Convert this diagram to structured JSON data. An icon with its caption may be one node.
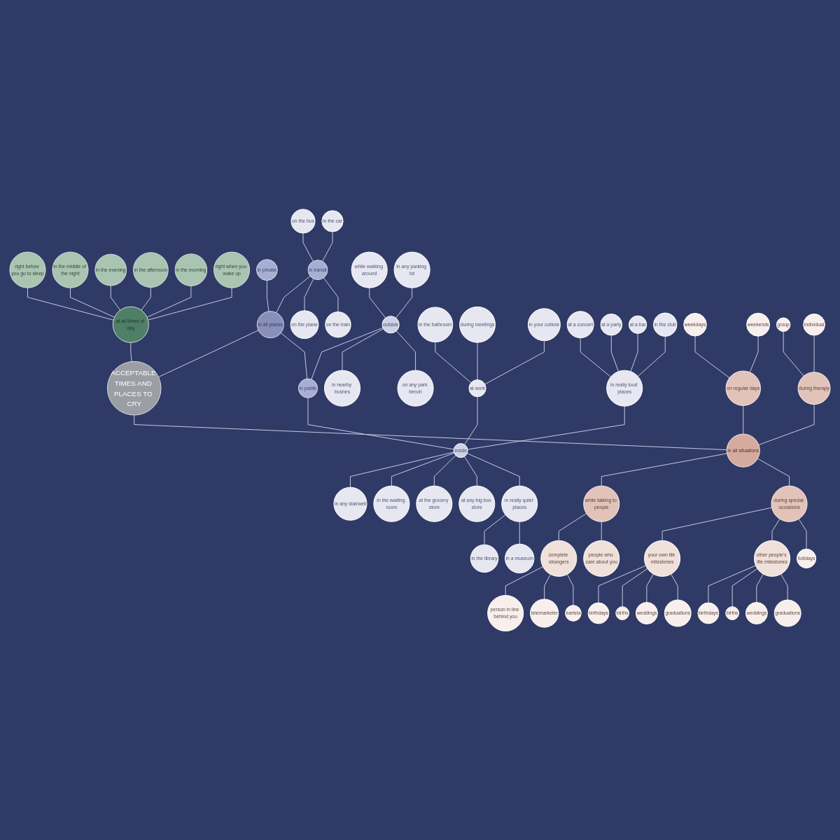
{
  "diagram": {
    "nodes": [
      {
        "text": [
          "ACCEPTABLE TIMES AND PLACES TO CRY"
        ]
      },
      {
        "text": [
          "at all times of day"
        ]
      },
      {
        "text": [
          "right before you go to sleep"
        ]
      },
      {
        "text": [
          "in the middle of the night"
        ]
      },
      {
        "text": [
          "in the evening"
        ]
      },
      {
        "text": [
          "in the afternoon"
        ]
      },
      {
        "text": [
          "in the morning"
        ]
      },
      {
        "text": [
          "right when you wake up"
        ]
      },
      {
        "text": [
          "in all places"
        ]
      },
      {
        "text": [
          "in private"
        ]
      },
      {
        "text": [
          "in transit"
        ]
      },
      {
        "text": [
          "on the bus"
        ]
      },
      {
        "text": [
          "in the car"
        ]
      },
      {
        "text": [
          "on the plane"
        ]
      },
      {
        "text": [
          "on the train"
        ]
      },
      {
        "text": [
          "in public"
        ]
      },
      {
        "text": [
          "outside"
        ]
      },
      {
        "text": [
          "while walking around"
        ]
      },
      {
        "text": [
          "in any parking lot"
        ]
      },
      {
        "text": [
          "in nearby bushes"
        ]
      },
      {
        "text": [
          "on any park bench"
        ]
      },
      {
        "text": [
          "inside"
        ]
      },
      {
        "text": [
          "in any stairwell"
        ]
      },
      {
        "text": [
          "in the waiting room"
        ]
      },
      {
        "text": [
          "at the grocery store"
        ]
      },
      {
        "text": [
          "at any big box store"
        ]
      },
      {
        "text": [
          "at work"
        ]
      },
      {
        "text": [
          "in the bathroom"
        ]
      },
      {
        "text": [
          "during meetings"
        ]
      },
      {
        "text": [
          "in your cubicle"
        ]
      },
      {
        "text": [
          "in really loud places"
        ]
      },
      {
        "text": [
          "at a concert"
        ]
      },
      {
        "text": [
          "at a party"
        ]
      },
      {
        "text": [
          "at a bar"
        ]
      },
      {
        "text": [
          "in the club"
        ]
      },
      {
        "text": [
          "in really quiet places"
        ]
      },
      {
        "text": [
          "in the library"
        ]
      },
      {
        "text": [
          "in a museum"
        ]
      },
      {
        "text": [
          "in all situations"
        ]
      },
      {
        "text": [
          "while talking to people"
        ]
      },
      {
        "text": [
          "complete strangers"
        ]
      },
      {
        "text": [
          "person in line behind you"
        ]
      },
      {
        "text": [
          "telemarketer"
        ]
      },
      {
        "text": [
          "barista"
        ]
      },
      {
        "text": [
          "people who care about you"
        ]
      },
      {
        "text": [
          "on regular days"
        ]
      },
      {
        "text": [
          "weekdays"
        ]
      },
      {
        "text": [
          "weekends"
        ]
      },
      {
        "text": [
          "during therapy"
        ]
      },
      {
        "text": [
          "group"
        ]
      },
      {
        "text": [
          "individual"
        ]
      },
      {
        "text": [
          "during special occasions"
        ]
      },
      {
        "text": [
          "your own life milestones"
        ]
      },
      {
        "text": [
          "birthdays"
        ]
      },
      {
        "text": [
          "births"
        ]
      },
      {
        "text": [
          "weddings"
        ]
      },
      {
        "text": [
          "graduations"
        ]
      },
      {
        "text": [
          "other people's life milestones"
        ]
      },
      {
        "text": [
          "birthdays"
        ]
      },
      {
        "text": [
          "births"
        ]
      },
      {
        "text": [
          "weddings"
        ]
      },
      {
        "text": [
          "graduations"
        ]
      },
      {
        "text": [
          "holidays"
        ]
      }
    ],
    "edges": [
      {
        "from": 0,
        "to": 1,
        "arrow": "none"
      },
      {
        "from": 1,
        "to": 2,
        "arrow": "none"
      },
      {
        "from": 1,
        "to": 3,
        "arrow": "none"
      },
      {
        "from": 1,
        "to": 4,
        "arrow": "none"
      },
      {
        "from": 1,
        "to": 5,
        "arrow": "none"
      },
      {
        "from": 1,
        "to": 6,
        "arrow": "none"
      },
      {
        "from": 1,
        "to": 7,
        "arrow": "none"
      },
      {
        "from": 0,
        "to": 8,
        "arrow": "none"
      },
      {
        "from": 8,
        "to": 9,
        "arrow": "none"
      },
      {
        "from": 8,
        "to": 10,
        "arrow": "none"
      },
      {
        "from": 10,
        "to": 11,
        "arrow": "none"
      },
      {
        "from": 10,
        "to": 12,
        "arrow": "none"
      },
      {
        "from": 10,
        "to": 13,
        "arrow": "none"
      },
      {
        "from": 10,
        "to": 14,
        "arrow": "none"
      },
      {
        "from": 8,
        "to": 15,
        "arrow": "none"
      },
      {
        "from": 15,
        "to": 16,
        "arrow": "none"
      },
      {
        "from": 16,
        "to": 17,
        "arrow": "none"
      },
      {
        "from": 16,
        "to": 18,
        "arrow": "none"
      },
      {
        "from": 16,
        "to": 19,
        "arrow": "none"
      },
      {
        "from": 16,
        "to": 20,
        "arrow": "none"
      },
      {
        "from": 15,
        "to": 21,
        "arrow": "none"
      },
      {
        "from": 21,
        "to": 22,
        "arrow": "none"
      },
      {
        "from": 21,
        "to": 23,
        "arrow": "none"
      },
      {
        "from": 21,
        "to": 24,
        "arrow": "none"
      },
      {
        "from": 21,
        "to": 25,
        "arrow": "none"
      },
      {
        "from": 21,
        "to": 26,
        "arrow": "none"
      },
      {
        "from": 26,
        "to": 27,
        "arrow": "none"
      },
      {
        "from": 26,
        "to": 28,
        "arrow": "none"
      },
      {
        "from": 26,
        "to": 29,
        "arrow": "none"
      },
      {
        "from": 21,
        "to": 30,
        "arrow": "none"
      },
      {
        "from": 30,
        "to": 31,
        "arrow": "none"
      },
      {
        "from": 30,
        "to": 32,
        "arrow": "none"
      },
      {
        "from": 30,
        "to": 33,
        "arrow": "none"
      },
      {
        "from": 30,
        "to": 34,
        "arrow": "none"
      },
      {
        "from": 21,
        "to": 35,
        "arrow": "none"
      },
      {
        "from": 35,
        "to": 36,
        "arrow": "none"
      },
      {
        "from": 35,
        "to": 37,
        "arrow": "none"
      },
      {
        "from": 0,
        "to": 38,
        "arrow": "none"
      },
      {
        "from": 38,
        "to": 39,
        "arrow": "none"
      },
      {
        "from": 39,
        "to": 40,
        "arrow": "none"
      },
      {
        "from": 40,
        "to": 41,
        "arrow": "none"
      },
      {
        "from": 40,
        "to": 42,
        "arrow": "none"
      },
      {
        "from": 40,
        "to": 43,
        "arrow": "none"
      },
      {
        "from": 39,
        "to": 44,
        "arrow": "none"
      },
      {
        "from": 38,
        "to": 45,
        "arrow": "none"
      },
      {
        "from": 45,
        "to": 46,
        "arrow": "none"
      },
      {
        "from": 45,
        "to": 47,
        "arrow": "none"
      },
      {
        "from": 38,
        "to": 48,
        "arrow": "none"
      },
      {
        "from": 48,
        "to": 49,
        "arrow": "none"
      },
      {
        "from": 48,
        "to": 50,
        "arrow": "none"
      },
      {
        "from": 38,
        "to": 51,
        "arrow": "none"
      },
      {
        "from": 51,
        "to": 52,
        "arrow": "none"
      },
      {
        "from": 52,
        "to": 53,
        "arrow": "none"
      },
      {
        "from": 52,
        "to": 54,
        "arrow": "none"
      },
      {
        "from": 52,
        "to": 55,
        "arrow": "none"
      },
      {
        "from": 52,
        "to": 56,
        "arrow": "none"
      },
      {
        "from": 51,
        "to": 57,
        "arrow": "none"
      },
      {
        "from": 57,
        "to": 58,
        "arrow": "none"
      },
      {
        "from": 57,
        "to": 59,
        "arrow": "none"
      },
      {
        "from": 57,
        "to": 60,
        "arrow": "none"
      },
      {
        "from": 57,
        "to": 61,
        "arrow": "none"
      },
      {
        "from": 51,
        "to": 62,
        "arrow": "none"
      }
    ]
  }
}
